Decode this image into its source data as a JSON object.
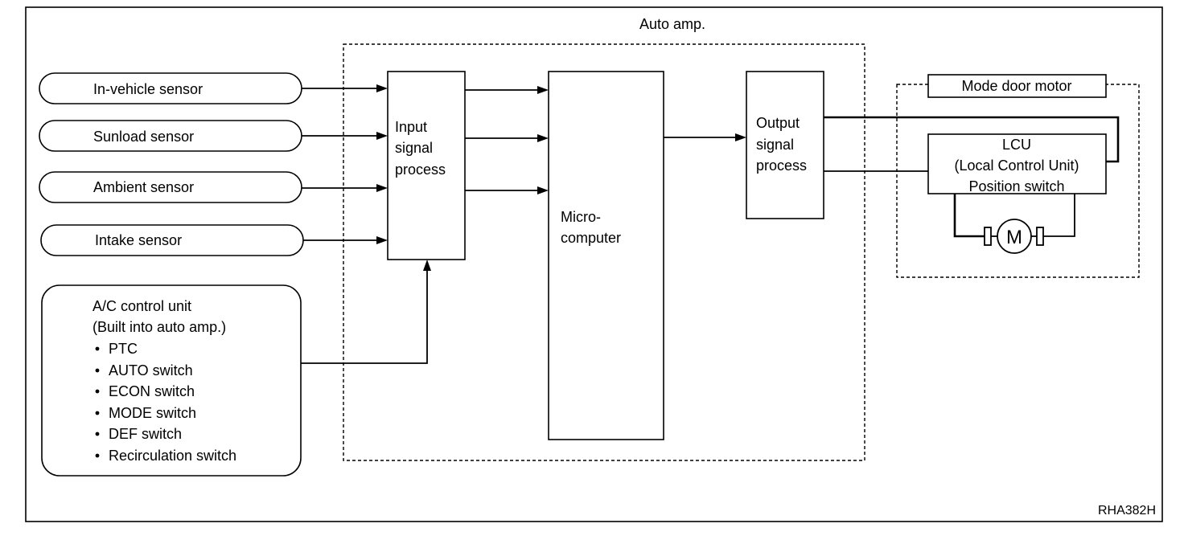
{
  "auto_amp_label": "Auto amp.",
  "sensors": [
    "In-vehicle sensor",
    "Sunload sensor",
    "Ambient sensor",
    "Intake sensor"
  ],
  "ac_control": {
    "line1": "A/C control unit",
    "line2": "(Built into auto amp.)",
    "items": [
      "PTC",
      "AUTO switch",
      "ECON switch",
      "MODE switch",
      "DEF switch",
      "Recirculation switch"
    ]
  },
  "input_block": [
    "Input",
    "signal",
    "process"
  ],
  "micro_block": [
    "Micro-",
    "computer"
  ],
  "output_block": [
    "Output",
    "signal",
    "process"
  ],
  "mode_door_motor_label": "Mode door motor",
  "lcu": [
    "LCU",
    "(Local Control Unit)",
    "Position switch"
  ],
  "motor_symbol": "M",
  "figure_code": "RHA382H"
}
